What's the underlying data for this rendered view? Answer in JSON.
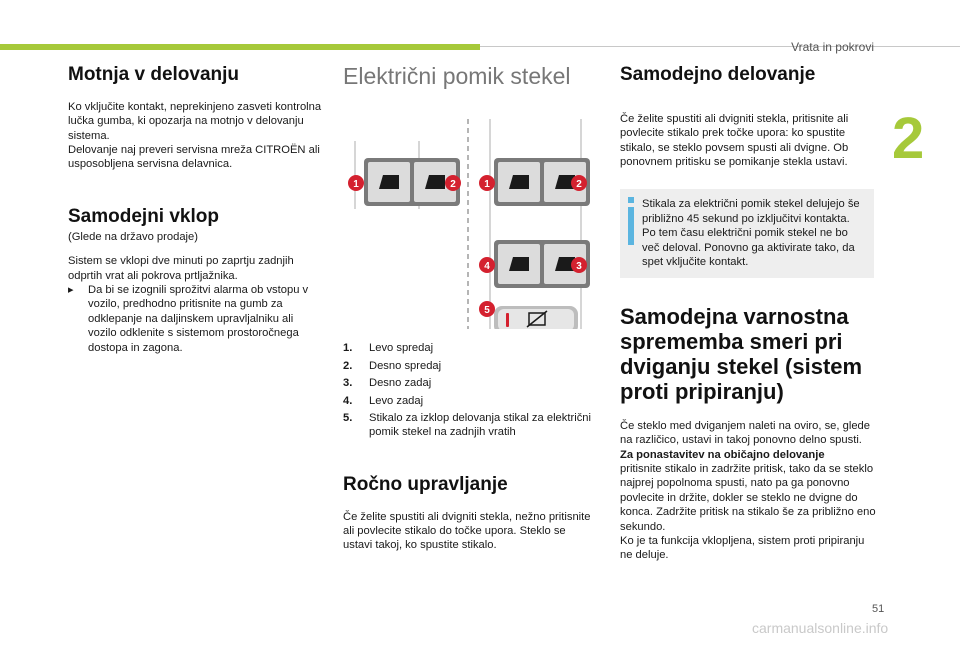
{
  "header": {
    "running_head": "Vrata in pokrovi",
    "chapter": "2",
    "page_number": "51"
  },
  "watermark": "carmanualsonline.info",
  "col1": {
    "s1_title": "Motnja v delovanju",
    "s1_p1": "Ko vključite kontakt, neprekinjeno zasveti kontrolna lučka gumba, ki opozarja na motnjo v delovanju sistema.",
    "s1_p2": "Delovanje naj preveri servisna mreža CITROËN ali usposobljena servisna delavnica.",
    "s2_title": "Samodejni vklop",
    "s2_sub": "(Glede na državo prodaje)",
    "s2_p1": "Sistem se vklopi dve minuti po zaprtju zadnjih odprtih vrat ali pokrova prtljažnika.",
    "s2_bullet": "Da bi se izognili sprožitvi alarma ob vstopu v vozilo, predhodno pritisnite na gumb za odklepanje na daljinskem upravljalniku ali vozilo odklenite s sistemom prostoročnega dostopa in zagona."
  },
  "col2": {
    "title": "Električni pomik stekel",
    "legend": [
      {
        "n": "1.",
        "text": "Levo spredaj"
      },
      {
        "n": "2.",
        "text": "Desno spredaj"
      },
      {
        "n": "3.",
        "text": "Desno zadaj"
      },
      {
        "n": "4.",
        "text": "Levo zadaj"
      },
      {
        "n": "5.",
        "text": "Stikalo za izklop delovanja stikal za električni pomik stekel na zadnjih vratih"
      }
    ],
    "manual_title": "Ročno upravljanje",
    "manual_p": "Če želite spustiti ali dvigniti stekla, nežno pritisnite ali povlecite stikalo do točke upora. Steklo se ustavi takoj, ko spustite stikalo.",
    "labels": {
      "n1": "1",
      "n2": "2",
      "n3": "3",
      "n4": "4",
      "n5": "5"
    }
  },
  "col3": {
    "auto_title": "Samodejno delovanje",
    "auto_p": "Če želite spustiti ali dvigniti stekla, pritisnite ali povlecite stikalo prek točke upora: ko spustite stikalo, se steklo povsem spusti ali dvigne. Ob ponovnem pritisku se pomikanje stekla ustavi.",
    "info_p1": "Stikala za električni pomik stekel delujejo še približno 45 sekund po izključitvi kontakta.",
    "info_p2": "Po tem času električni pomik stekel ne bo več deloval. Ponovno ga aktivirate tako, da spet vključite kontakt.",
    "safety_title": "Samodejna varnostna sprememba smeri pri dviganju stekel (sistem proti pripiranju)",
    "safety_p1": "Če steklo med dviganjem naleti na oviro, se, glede na različico, ustavi in takoj ponovno delno spusti.",
    "safety_bold": "Za ponastavitev na običajno delovanje",
    "safety_p2": "pritisnite stikalo in zadržite pritisk, tako da se steklo najprej popolnoma spusti, nato pa ga ponovno povlecite in držite, dokler se steklo ne dvigne do konca. Zadržite pritisk na stikalo še za približno eno sekundo.",
    "safety_p3": "Ko je ta funkcija vklopljena, sistem proti pripiranju ne deluje."
  },
  "colors": {
    "accent": "#a6c93a",
    "badge": "#d4212f"
  }
}
